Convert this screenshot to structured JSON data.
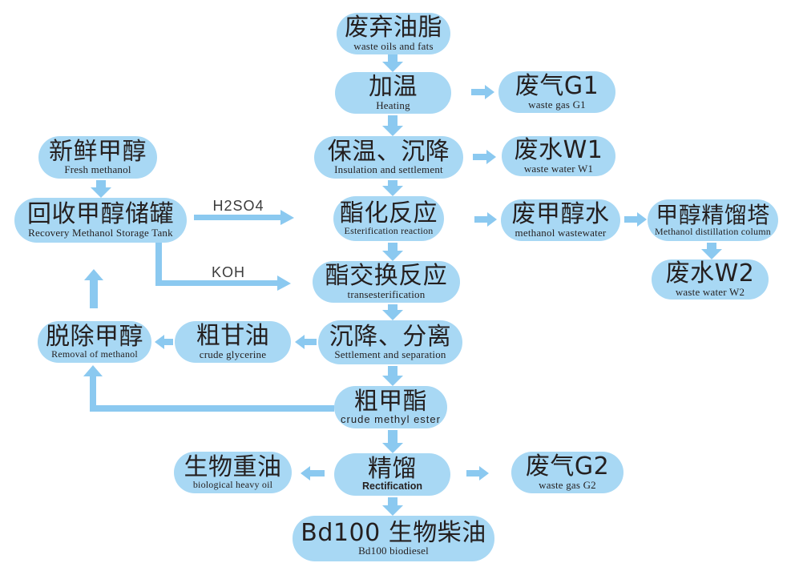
{
  "colors": {
    "box": "#a8d8f4",
    "arrow": "#8bc9f0",
    "text": "#241f1f"
  },
  "nodes": {
    "waste_oils": {
      "cn": "废弃油脂",
      "en": "waste oils and fats"
    },
    "heating": {
      "cn": "加温",
      "en": "Heating"
    },
    "waste_gas_g1": {
      "cn": "废气G1",
      "en": "waste gas G1"
    },
    "insulation": {
      "cn": "保温、沉降",
      "en": "Insulation and settlement"
    },
    "waste_water_w1": {
      "cn": "废水W1",
      "en": "waste water W1"
    },
    "fresh_methanol": {
      "cn": "新鲜甲醇",
      "en": "Fresh methanol"
    },
    "recovery_tank": {
      "cn": "回收甲醇储罐",
      "en": "Recovery Methanol Storage Tank"
    },
    "esterification": {
      "cn": "酯化反应",
      "en": "Esterification reaction"
    },
    "waste_methanol_water": {
      "cn": "废甲醇水",
      "en": "methanol wastewater"
    },
    "methanol_column": {
      "cn": "甲醇精馏塔",
      "en": "Methanol distillation column"
    },
    "waste_water_w2": {
      "cn": "废水W2",
      "en": "waste water W2"
    },
    "transesterification": {
      "cn": "酯交换反应",
      "en": "transesterification"
    },
    "settlement": {
      "cn": "沉降、分离",
      "en": "Settlement and separation"
    },
    "crude_glycerine": {
      "cn": "粗甘油",
      "en": "crude glycerine"
    },
    "removal_methanol": {
      "cn": "脱除甲醇",
      "en": "Removal of methanol"
    },
    "crude_methyl_ester": {
      "cn": "粗甲酯",
      "en": "crude methyl ester"
    },
    "rectification": {
      "cn": "精馏",
      "en": "Rectification"
    },
    "biological_heavy_oil": {
      "cn": "生物重油",
      "en": "biological heavy oil"
    },
    "waste_gas_g2": {
      "cn": "废气G2",
      "en": "waste gas G2"
    },
    "bd100": {
      "cn": "Bd100 生物柴油",
      "en": "Bd100 biodiesel"
    }
  },
  "labels": {
    "h2so4": "H2SO4",
    "koh": "KOH"
  }
}
